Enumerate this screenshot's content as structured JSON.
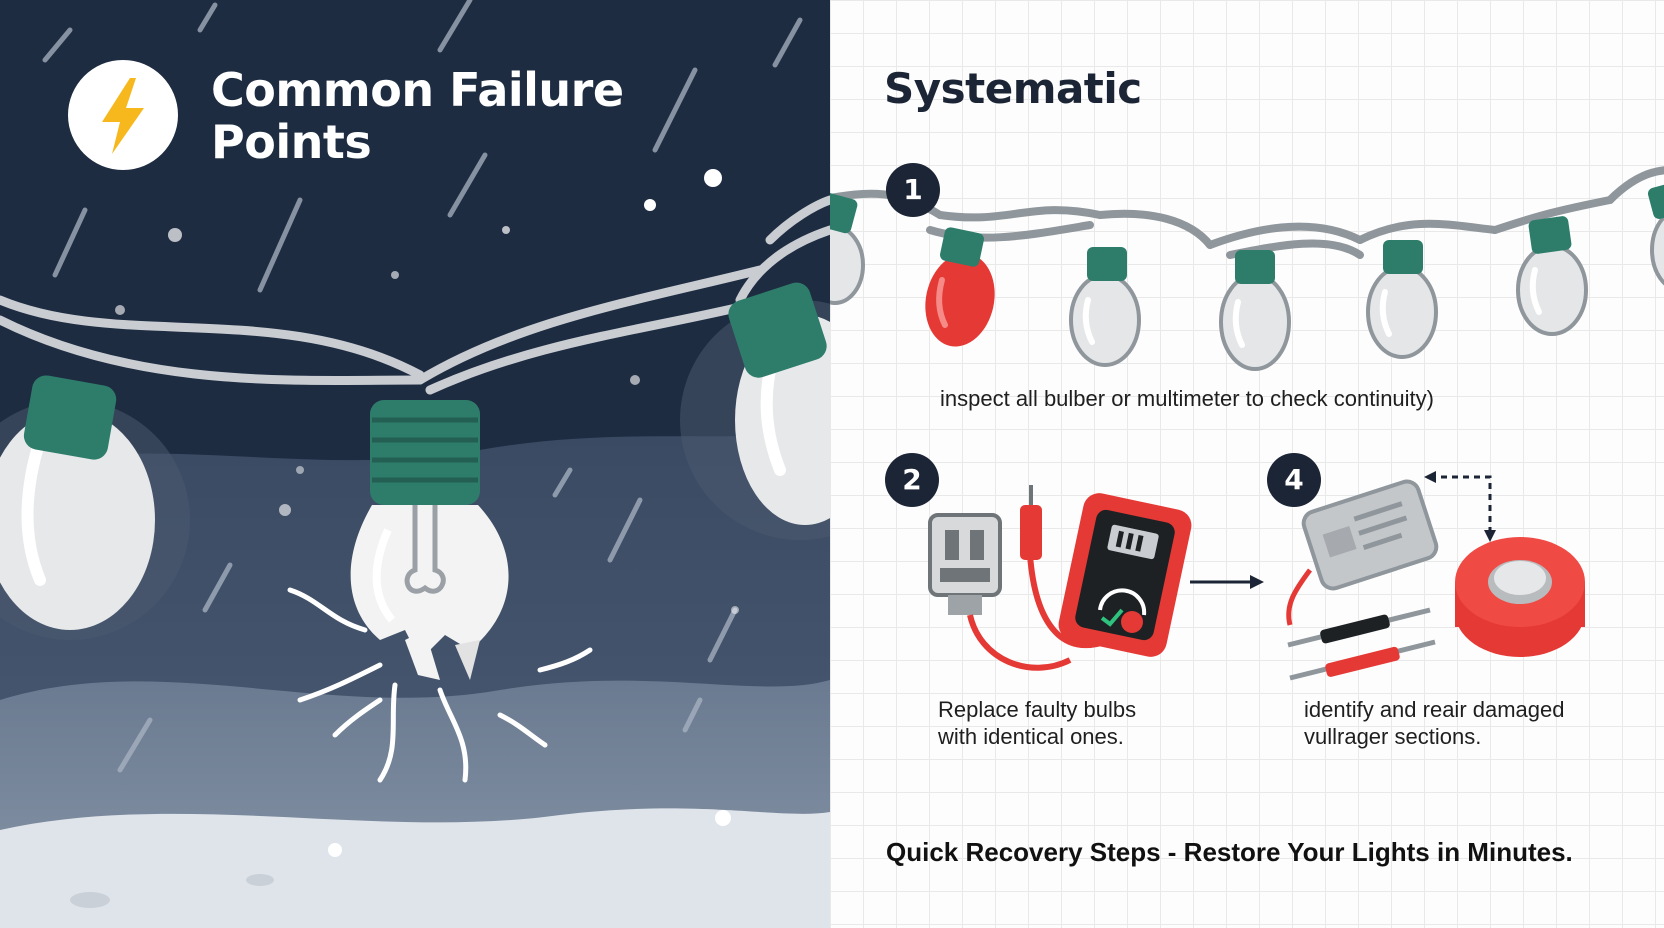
{
  "left": {
    "title_line1": "Common Failure",
    "title_line2": "Points"
  },
  "right": {
    "title": "Systematic",
    "steps": [
      {
        "number": "1",
        "text": "inspect all bulber or multimeter to check continuity)"
      },
      {
        "number": "2",
        "text_line1": "Replace faulty bulbs",
        "text_line2": "with identical ones."
      },
      {
        "number": "4",
        "text_line1": "identify and reair damaged",
        "text_line2": "vullrager sections."
      }
    ],
    "footer": "Quick Recovery Steps - Restore Your Lights in Minutes."
  },
  "colors": {
    "night_sky": "#1e2c42",
    "socket_green": "#2e7d6b",
    "bulb_red": "#e53935",
    "bolt_yellow": "#f6b81c",
    "ink_dark": "#1c2535"
  },
  "icons": [
    "lightning-icon",
    "broken-bulb-icon",
    "multimeter-icon",
    "plug-icon",
    "electrical-tape-icon",
    "wire-icon",
    "arrow-right-icon"
  ]
}
